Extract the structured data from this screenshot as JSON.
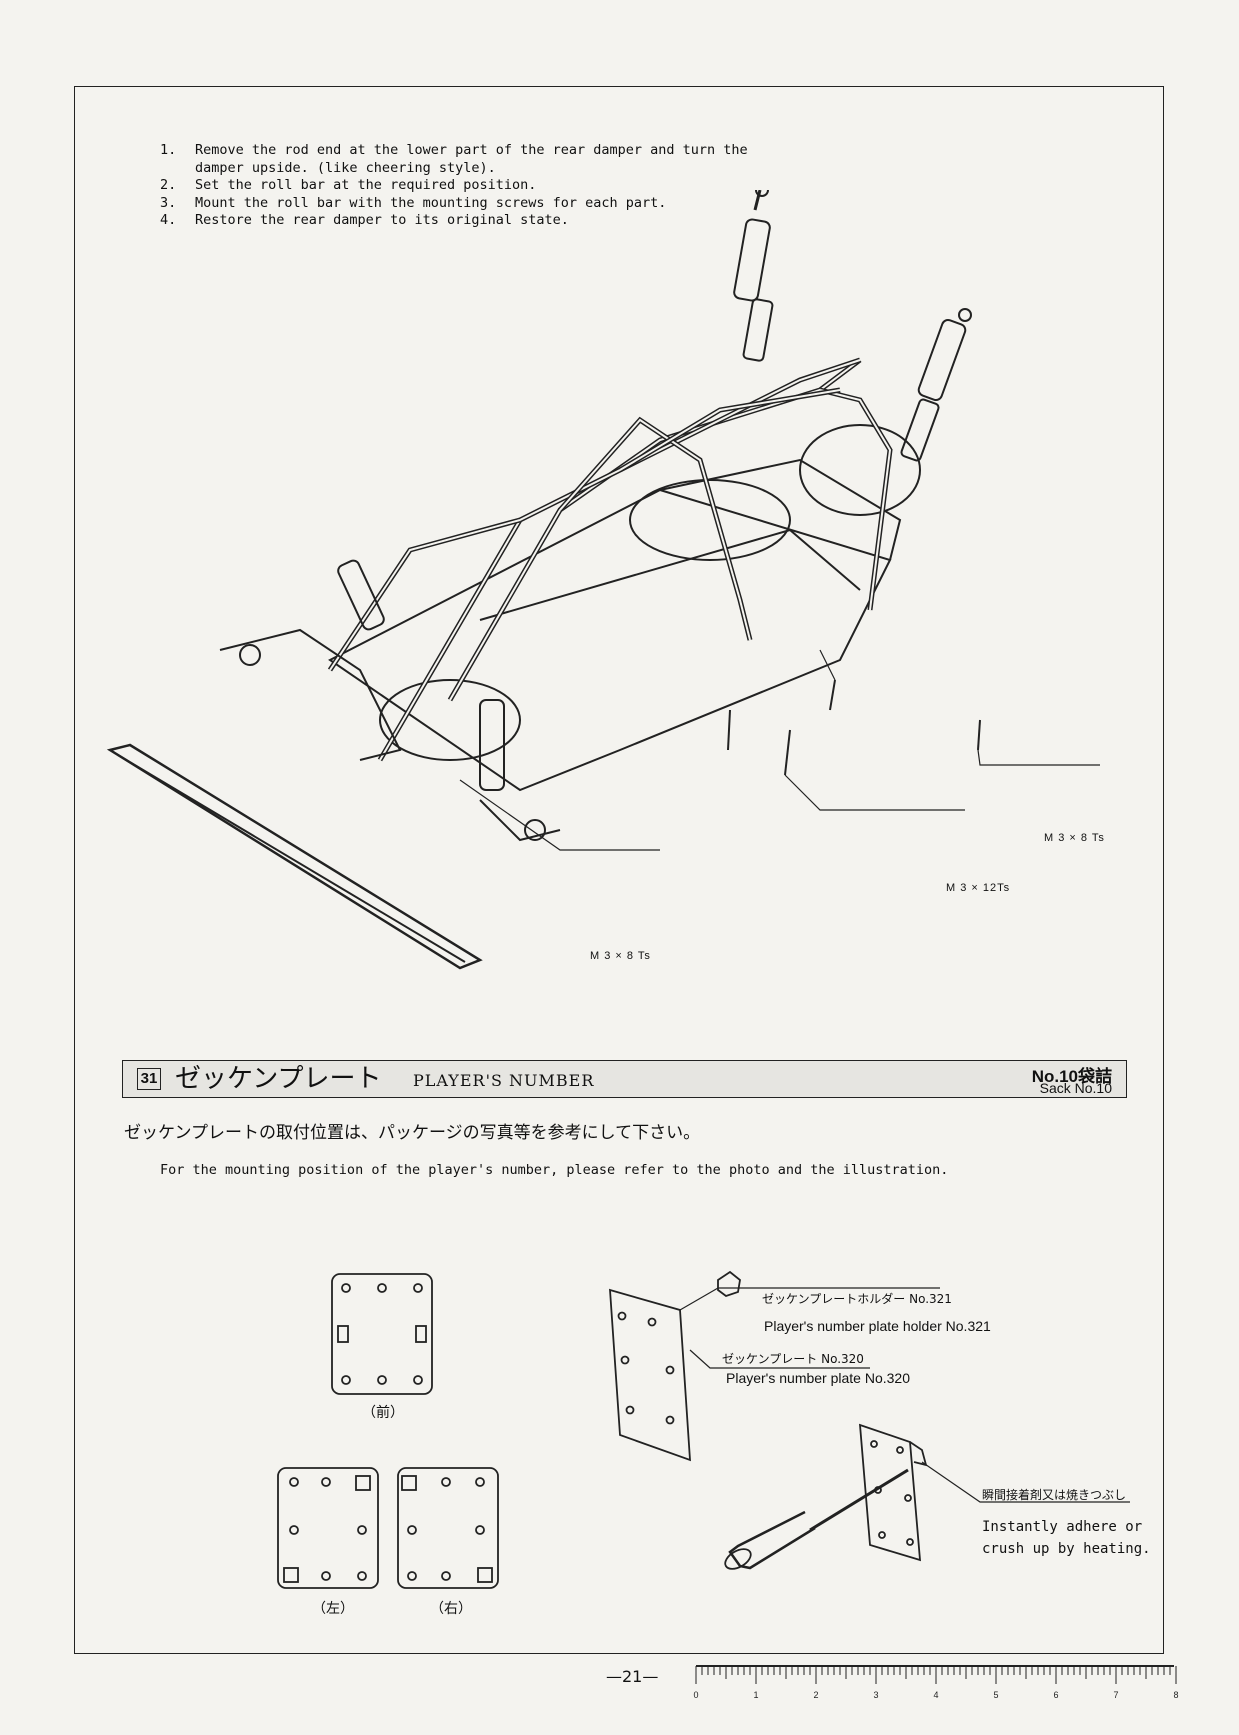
{
  "instructions": [
    {
      "num": "1.",
      "text": "Remove the rod end at the lower part of the rear damper and turn the damper upside. (like cheering style)."
    },
    {
      "num": "2.",
      "text": "Set the roll bar at the required position."
    },
    {
      "num": "3.",
      "text": "Mount the roll bar with the mounting screws for each part."
    },
    {
      "num": "4.",
      "text": "Restore the rear damper to its original state."
    }
  ],
  "screws": {
    "a": "M 3 × 8 Ts",
    "b": "M 3 × 12Ts",
    "c": "M 3 × 8 Ts"
  },
  "section": {
    "number": "31",
    "title_jp": "ゼッケンプレート",
    "title_en": "PLAYER'S NUMBER",
    "sack_jp": "No.10袋詰",
    "sack_en": "Sack No.10"
  },
  "jp_instruction": "ゼッケンプレートの取付位置は、パッケージの写真等を参考にして下さい。",
  "en_instruction": "For the mounting position of the player's number, please refer to the photo and the illustration.",
  "plate_labels": {
    "front": "（前）",
    "left": "（左）",
    "right": "（右）"
  },
  "callouts": {
    "holder_jp": "ゼッケンプレートホルダー No.321",
    "holder_en": "Player's number plate holder No.321",
    "plate_jp": "ゼッケンプレート No.320",
    "plate_en": "Player's number plate No.320",
    "adhere_jp": "瞬間接着剤又は焼きつぶし",
    "adhere_en_1": "Instantly adhere or",
    "adhere_en_2": "crush up by heating."
  },
  "page_number": "—21—",
  "ruler_ticks": [
    "0",
    "1",
    "2",
    "3",
    "4",
    "5",
    "6",
    "7",
    "8"
  ]
}
